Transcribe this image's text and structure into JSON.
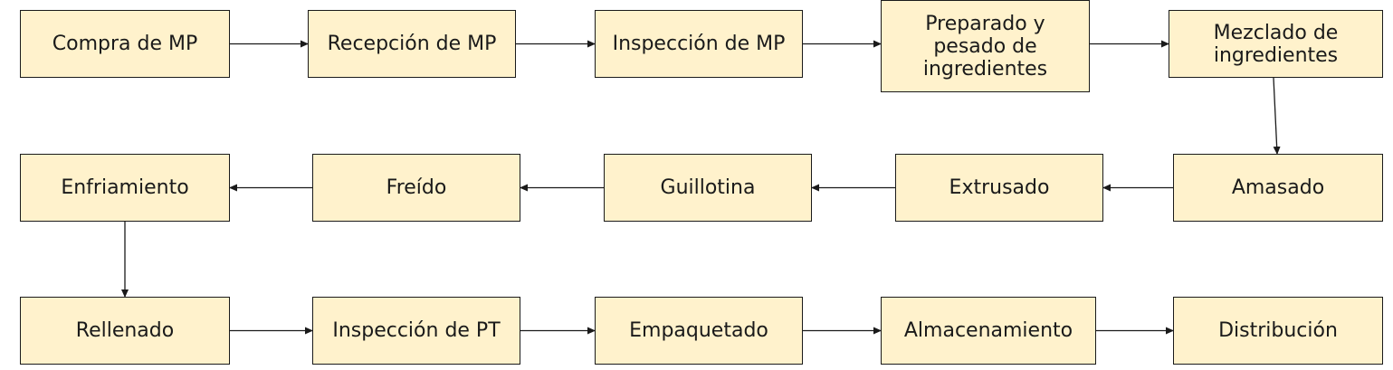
{
  "diagram": {
    "colors": {
      "box_fill": "#fff2cc",
      "box_border": "#1a1a1a",
      "arrow": "#1a1a1a"
    },
    "nodes": [
      {
        "id": "compra-mp",
        "label": "Compra de MP"
      },
      {
        "id": "recepcion-mp",
        "label": "Recepción de MP"
      },
      {
        "id": "inspeccion-mp",
        "label": "Inspección de MP"
      },
      {
        "id": "preparado-pesado",
        "label": "Preparado y pesado de ingredientes"
      },
      {
        "id": "mezclado",
        "label": "Mezclado de ingredientes"
      },
      {
        "id": "amasado",
        "label": "Amasado"
      },
      {
        "id": "extrusado",
        "label": "Extrusado"
      },
      {
        "id": "guillotina",
        "label": "Guillotina"
      },
      {
        "id": "freido",
        "label": "Freído"
      },
      {
        "id": "enfriamiento",
        "label": "Enfriamiento"
      },
      {
        "id": "rellenado",
        "label": "Rellenado"
      },
      {
        "id": "inspeccion-pt",
        "label": "Inspección de PT"
      },
      {
        "id": "empaquetado",
        "label": "Empaquetado"
      },
      {
        "id": "almacenamiento",
        "label": "Almacenamiento"
      },
      {
        "id": "distribucion",
        "label": "Distribución"
      }
    ],
    "edges": [
      [
        "compra-mp",
        "recepcion-mp"
      ],
      [
        "recepcion-mp",
        "inspeccion-mp"
      ],
      [
        "inspeccion-mp",
        "preparado-pesado"
      ],
      [
        "preparado-pesado",
        "mezclado"
      ],
      [
        "mezclado",
        "amasado"
      ],
      [
        "amasado",
        "extrusado"
      ],
      [
        "extrusado",
        "guillotina"
      ],
      [
        "guillotina",
        "freido"
      ],
      [
        "freido",
        "enfriamiento"
      ],
      [
        "enfriamiento",
        "rellenado"
      ],
      [
        "rellenado",
        "inspeccion-pt"
      ],
      [
        "inspeccion-pt",
        "empaquetado"
      ],
      [
        "empaquetado",
        "almacenamiento"
      ],
      [
        "almacenamiento",
        "distribucion"
      ]
    ]
  }
}
